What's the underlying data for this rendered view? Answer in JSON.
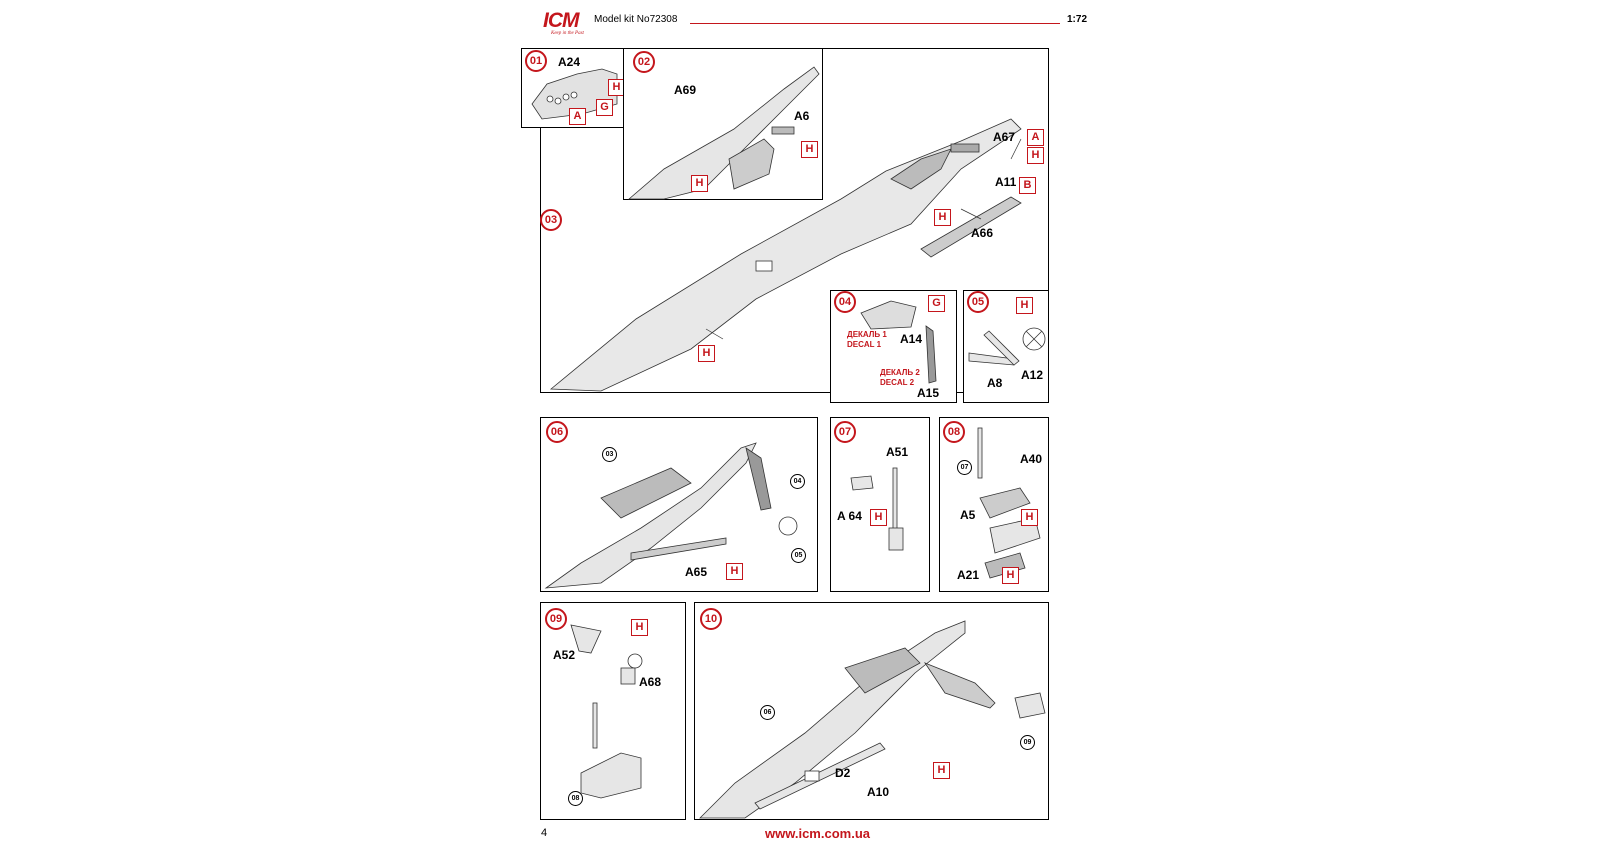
{
  "header": {
    "logo_text": "ICM",
    "logo_tagline": "Keep in the Past",
    "kit_label": "Model kit No72308",
    "scale": "1:72"
  },
  "footer": {
    "page_number": "4",
    "website": "www.icm.com.ua"
  },
  "steps": [
    {
      "num": "01",
      "parts": [
        "A24"
      ],
      "paints": [
        "H",
        "G",
        "A"
      ]
    },
    {
      "num": "02",
      "parts": [
        "A69",
        "A6"
      ],
      "paints": [
        "H",
        "H"
      ]
    },
    {
      "num": "03",
      "parts": [
        "A67",
        "A11",
        "A66"
      ],
      "paints": [
        "A",
        "H",
        "B",
        "H",
        "H"
      ]
    },
    {
      "num": "04",
      "parts": [
        "A14",
        "A15"
      ],
      "paints": [
        "G"
      ],
      "decals": [
        "ДЕКАЛЬ 1",
        "DECAL 1",
        "ДЕКАЛЬ 2",
        "DECAL 2"
      ]
    },
    {
      "num": "05",
      "parts": [
        "A8",
        "A12"
      ],
      "paints": [
        "H"
      ]
    },
    {
      "num": "06",
      "parts": [
        "A65"
      ],
      "paints": [
        "H"
      ],
      "refs": [
        "03",
        "04",
        "05"
      ]
    },
    {
      "num": "07",
      "parts": [
        "A51",
        "A 64"
      ],
      "paints": [
        "H"
      ]
    },
    {
      "num": "08",
      "parts": [
        "A40",
        "A5",
        "A21"
      ],
      "paints": [
        "H",
        "H"
      ],
      "refs": [
        "07"
      ]
    },
    {
      "num": "09",
      "parts": [
        "A52",
        "A68"
      ],
      "paints": [
        "H"
      ],
      "refs": [
        "08"
      ]
    },
    {
      "num": "10",
      "parts": [
        "D2",
        "A10"
      ],
      "paints": [
        "H"
      ],
      "refs": [
        "06",
        "09"
      ]
    }
  ],
  "colors": {
    "accent": "#c4161c",
    "line": "#000000",
    "fill": "#e6e6e6"
  }
}
